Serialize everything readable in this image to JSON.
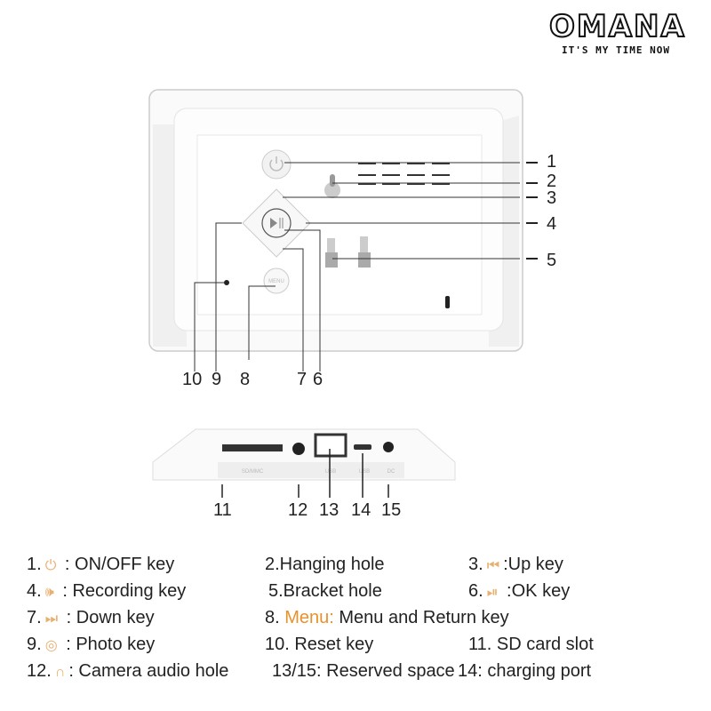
{
  "brand": {
    "name": "OMANA",
    "tagline": "IT'S MY TIME NOW"
  },
  "device_print": {
    "menu": "MENU",
    "sd": "SD/MMC",
    "usb": "USB",
    "usb2": "USB",
    "dc": "DC"
  },
  "callouts_back": {
    "right": [
      "1",
      "2",
      "3",
      "4",
      "5"
    ],
    "bottom": [
      "10",
      "9",
      "8",
      "7",
      "6"
    ]
  },
  "callouts_side": [
    "11",
    "12",
    "13",
    "14",
    "15"
  ],
  "accent_color": "#e8922a",
  "legend": [
    [
      {
        "prefix": "1.",
        "icon": "power-icon",
        "glyph": "⏻",
        "text": " : ON/OFF key"
      },
      {
        "prefix": "2.Hanging hole",
        "icon": "",
        "glyph": "",
        "text": ""
      },
      {
        "prefix": "3.",
        "icon": "skip-back-icon",
        "glyph": "⏮",
        "text": ":Up key"
      }
    ],
    [
      {
        "prefix": "4.",
        "icon": "microphone-icon",
        "glyph": "🕪",
        "text": " : Recording key"
      },
      {
        "prefix": "5.Bracket  hole",
        "icon": "",
        "glyph": "",
        "text": ""
      },
      {
        "prefix": "6.",
        "icon": "play-pause-icon",
        "glyph": "⏯",
        "text": " :OK key"
      }
    ],
    [
      {
        "prefix": "7.",
        "icon": "skip-forward-icon",
        "glyph": "⏭",
        "text": " : Down key"
      },
      {
        "prefix": "8. ",
        "highlight": "Menu:",
        "text": " Menu and Return key"
      },
      {
        "prefix": "",
        "icon": "",
        "glyph": "",
        "text": ""
      }
    ],
    [
      {
        "prefix": "9.",
        "icon": "photo-icon",
        "glyph": "◎",
        "text": " : Photo key"
      },
      {
        "prefix": "10. Reset key",
        "icon": "",
        "glyph": "",
        "text": ""
      },
      {
        "prefix": "11. SD card slot",
        "icon": "",
        "glyph": "",
        "text": ""
      }
    ],
    [
      {
        "prefix": "12.",
        "icon": "headphone-icon",
        "glyph": "∩",
        "text": ": Camera audio hole"
      },
      {
        "prefix": "13/15: Reserved space",
        "icon": "",
        "glyph": "",
        "text": ""
      },
      {
        "prefix": "14: charging port",
        "icon": "",
        "glyph": "",
        "text": ""
      }
    ]
  ]
}
